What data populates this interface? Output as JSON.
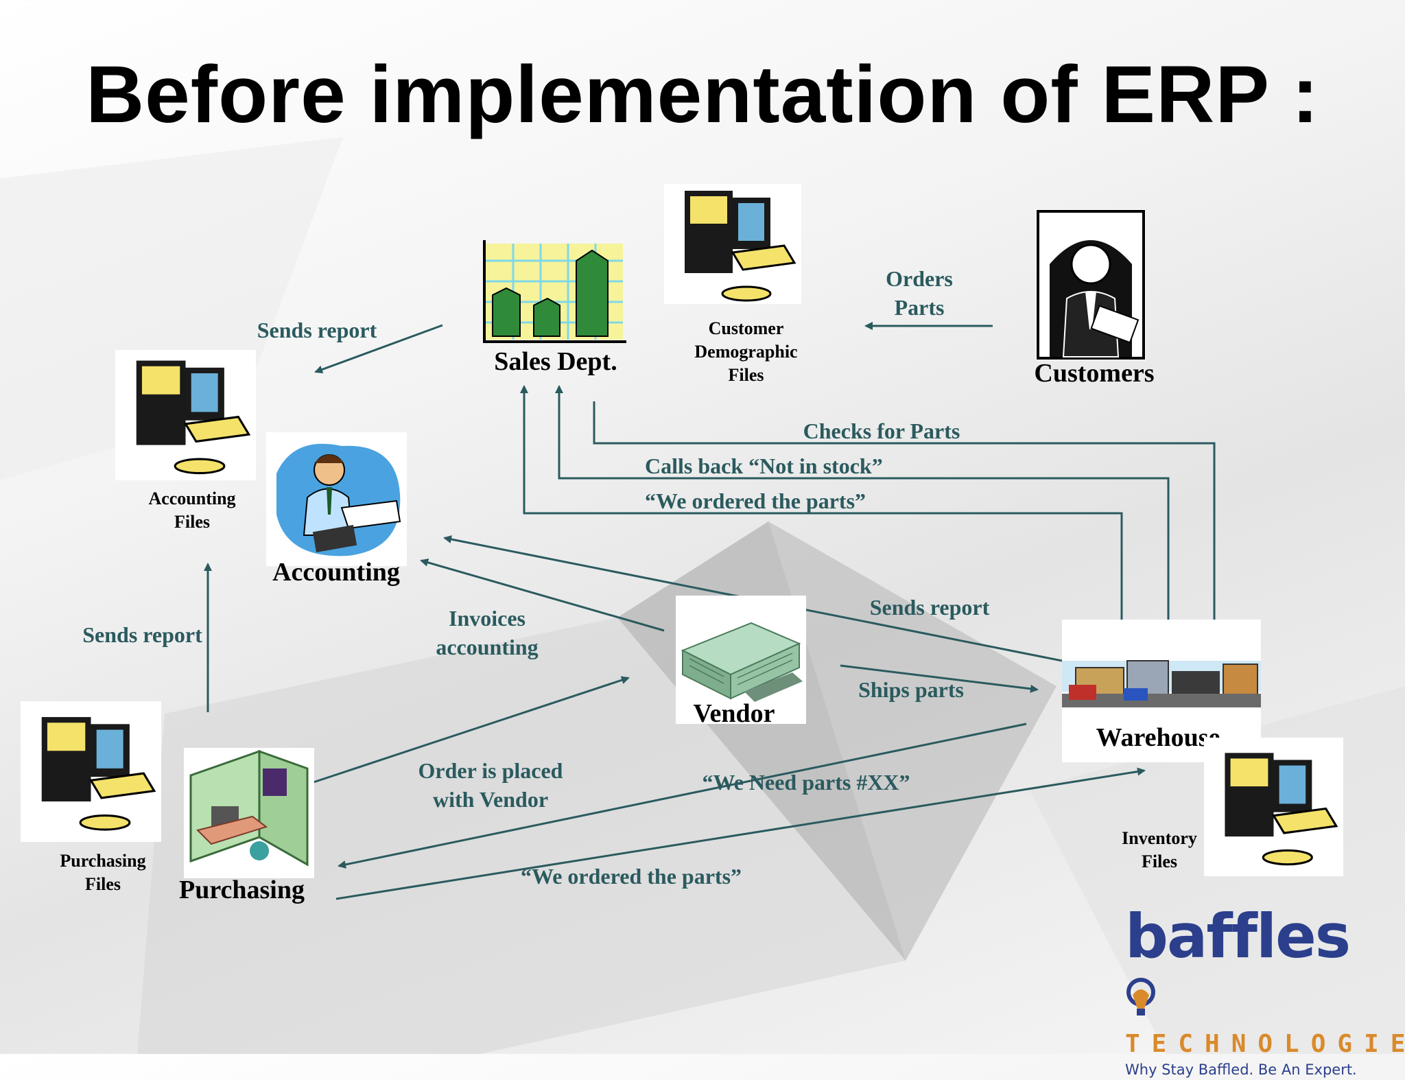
{
  "title": "Before implementation of ERP :",
  "nodes": {
    "sales": "Sales Dept.",
    "customers": "Customers",
    "accounting": "Accounting",
    "vendor": "Vendor",
    "warehouse": "Warehouse",
    "purchasing": "Purchasing"
  },
  "files": {
    "customer": [
      "Customer",
      "Demographic",
      "Files"
    ],
    "accounting": [
      "Accounting",
      "Files"
    ],
    "purchasing": [
      "Purchasing",
      "Files"
    ],
    "inventory": [
      "Inventory",
      "Files"
    ]
  },
  "flows": {
    "orders_parts": [
      "Orders",
      "Parts"
    ],
    "sends_report_sales": "Sends report",
    "checks_for_parts": "Checks for Parts",
    "calls_back": "Calls back  “Not in stock”",
    "we_ordered_top": "“We ordered the parts”",
    "sends_report_warehouse": "Sends report",
    "invoices_accounting": [
      "Invoices",
      "accounting"
    ],
    "sends_report_purchasing": "Sends report",
    "ships_parts": "Ships parts",
    "order_placed": [
      "Order is placed",
      "with Vendor"
    ],
    "we_need_parts": "“We Need parts #XX”",
    "we_ordered_bottom": "“We ordered the parts”"
  },
  "logo": {
    "name": "baffles",
    "tech": "TECHNOLOGIES",
    "tagline": "Why Stay Baffled. Be An Expert."
  },
  "colors": {
    "arrow": "#2a5a5e",
    "label": "#2a5a5e",
    "logo_blue": "#2b3f8c",
    "logo_orange": "#d98a2b"
  }
}
